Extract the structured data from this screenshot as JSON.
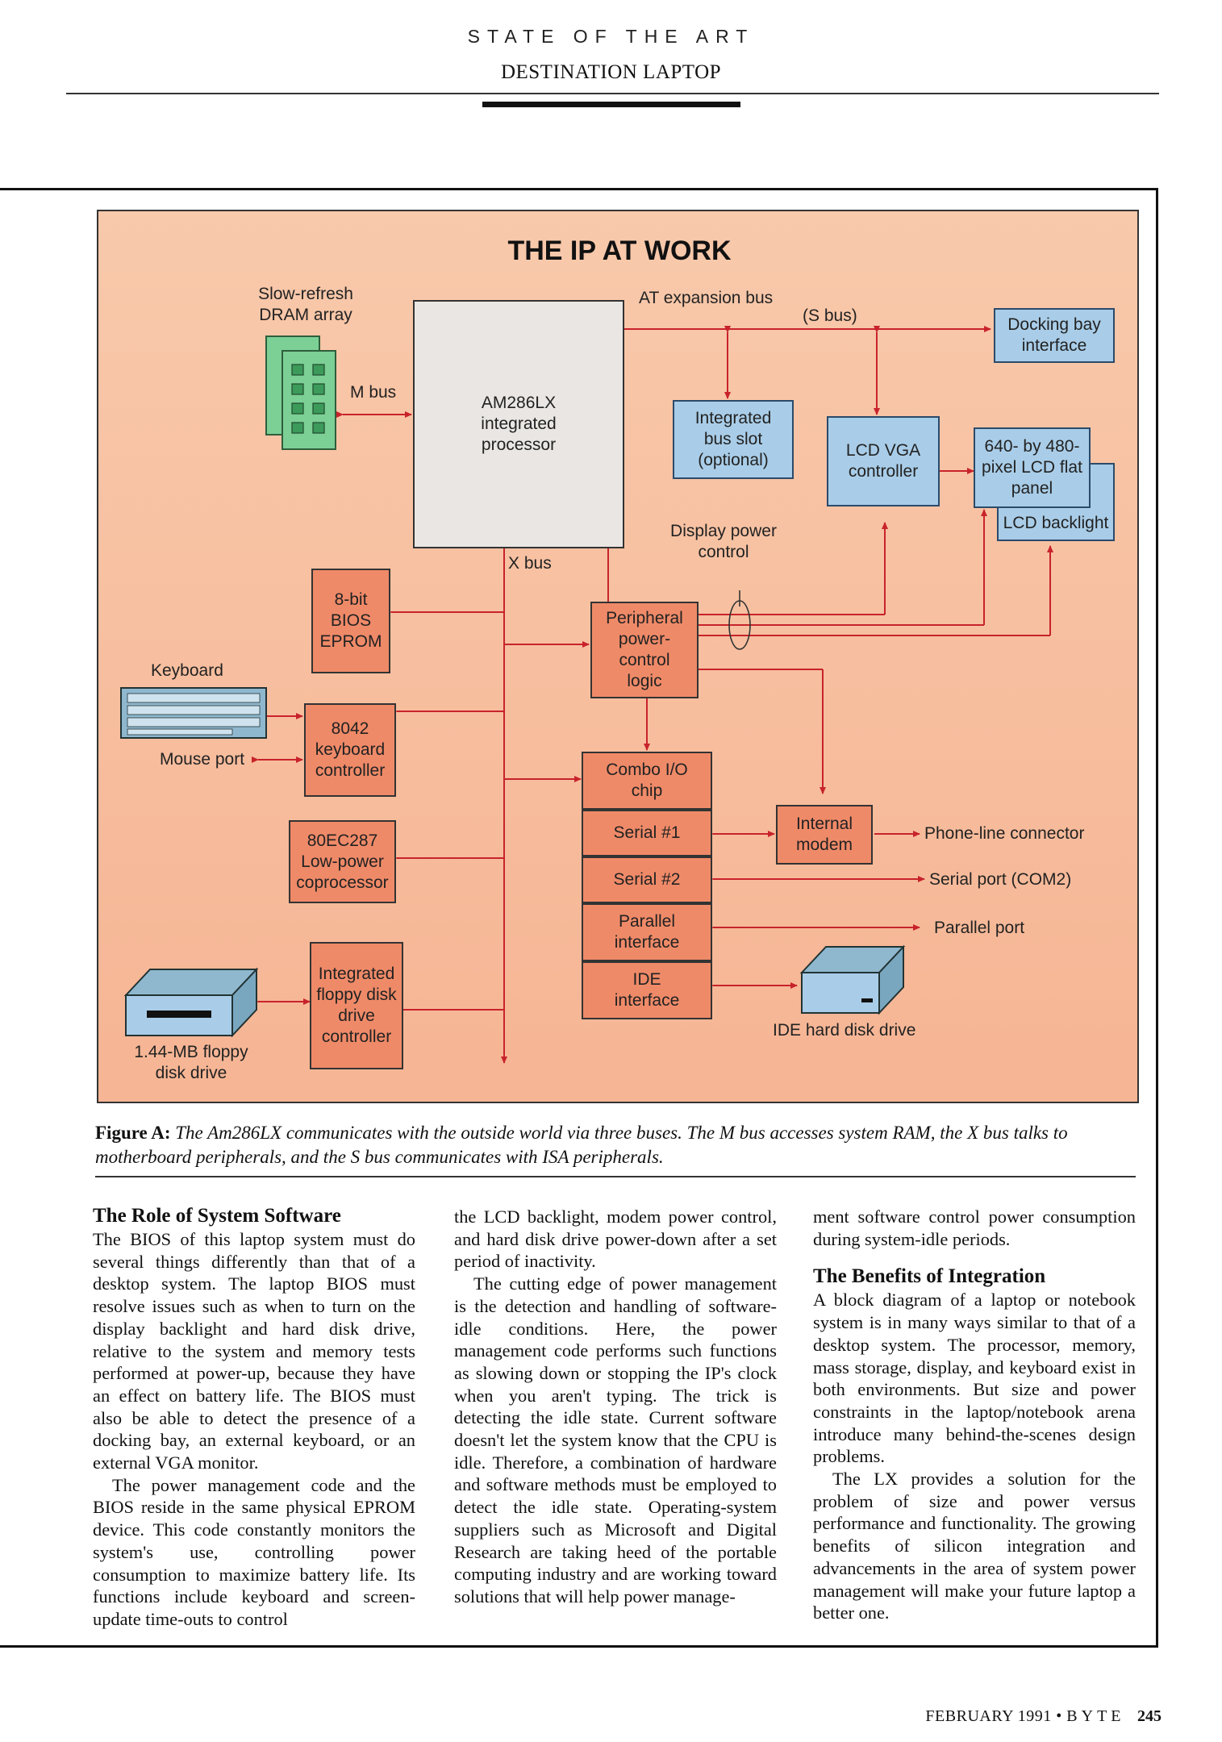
{
  "header": {
    "kicker": "STATE OF THE ART",
    "section": "DESTINATION LAPTOP"
  },
  "figure": {
    "title": "THE IP AT WORK",
    "labels": {
      "dram": "Slow-refresh DRAM array",
      "m_bus": "M bus",
      "x_bus": "X bus",
      "at_bus": "AT expansion bus",
      "s_bus": "(S bus)",
      "display_power": "Display power control",
      "keyboard": "Keyboard",
      "mouse_port": "Mouse port",
      "floppy_drive": "1.44-MB floppy disk drive",
      "ide_drive": "IDE hard disk drive",
      "phone_line": "Phone-line connector",
      "serial_port": "Serial port (COM2)",
      "parallel_port": "Parallel port"
    },
    "blocks": {
      "processor": "AM286LX integrated processor",
      "bus_slot": "Integrated bus slot (optional)",
      "lcd_vga": "LCD VGA controller",
      "docking": "Docking bay interface",
      "lcd_panel": "640- by 480-pixel LCD flat panel",
      "lcd_backlight": "LCD backlight",
      "bios": "8-bit BIOS EPROM",
      "peripheral": "Peripheral power-control logic",
      "kbd_ctrl": "8042 keyboard controller",
      "combo": "Combo I/O chip",
      "serial1": "Serial #1",
      "serial2": "Serial #2",
      "parallel": "Parallel interface",
      "ide": "IDE interface",
      "modem": "Internal modem",
      "coproc": "80EC287 Low-power coprocessor",
      "floppy_ctrl": "Integrated floppy disk drive controller"
    },
    "caption_label": "Figure A:",
    "caption_text": "The Am286LX communicates with the outside world via three buses. The M bus accesses system RAM, the X bus talks to motherboard peripherals, and the S bus communicates with ISA peripherals."
  },
  "article": {
    "heading1": "The Role of System Software",
    "col1_p1": "The BIOS of this laptop system must do several things differently than that of a desktop system. The laptop BIOS must resolve issues such as when to turn on the display backlight and hard disk drive, relative to the system and memory tests performed at power-up, because they have an effect on battery life. The BIOS must also be able to detect the presence of a docking bay, an external keyboard, or an external VGA monitor.",
    "col1_p2": "The power management code and the BIOS reside in the same physical EPROM device. This code constantly monitors the system's use, controlling power consumption to maximize battery life. Its functions include keyboard and screen-update time-outs to control",
    "col2_p1": "the LCD backlight, modem power control, and hard disk drive power-down after a set period of inactivity.",
    "col2_p2": "The cutting edge of power management is the detection and handling of software-idle conditions. Here, the power management code performs such functions as slowing down or stopping the IP's clock when you aren't typing. The trick is detecting the idle state. Current software doesn't let the system know that the CPU is idle. Therefore, a combination of hardware and software methods must be employed to detect the idle state. Operating-system suppliers such as Microsoft and Digital Research are taking heed of the portable computing industry and are working toward solutions that will help power manage-",
    "col3_p1": "ment software control power consumption during system-idle periods.",
    "heading2": "The Benefits of Integration",
    "col3_p2": "A block diagram of a laptop or notebook system is in many ways similar to that of a desktop system. The processor, memory, mass storage, display, and keyboard exist in both environments. But size and power constraints in the laptop/notebook arena introduce many behind-the-scenes design problems.",
    "col3_p3": "The LX provides a solution for the problem of size and power versus performance and functionality. The growing benefits of silicon integration and advancements in the area of system power management will make your future laptop a better one."
  },
  "footer": {
    "date": "FEBRUARY 1991",
    "magazine": "BYTE",
    "page": "245"
  },
  "colors": {
    "diagram_bg": "#f6b594",
    "block_orange": "#ef8a68",
    "block_blue": "#a9cde8",
    "dram_green": "#7ccf95",
    "bus_red": "#c8232c"
  }
}
